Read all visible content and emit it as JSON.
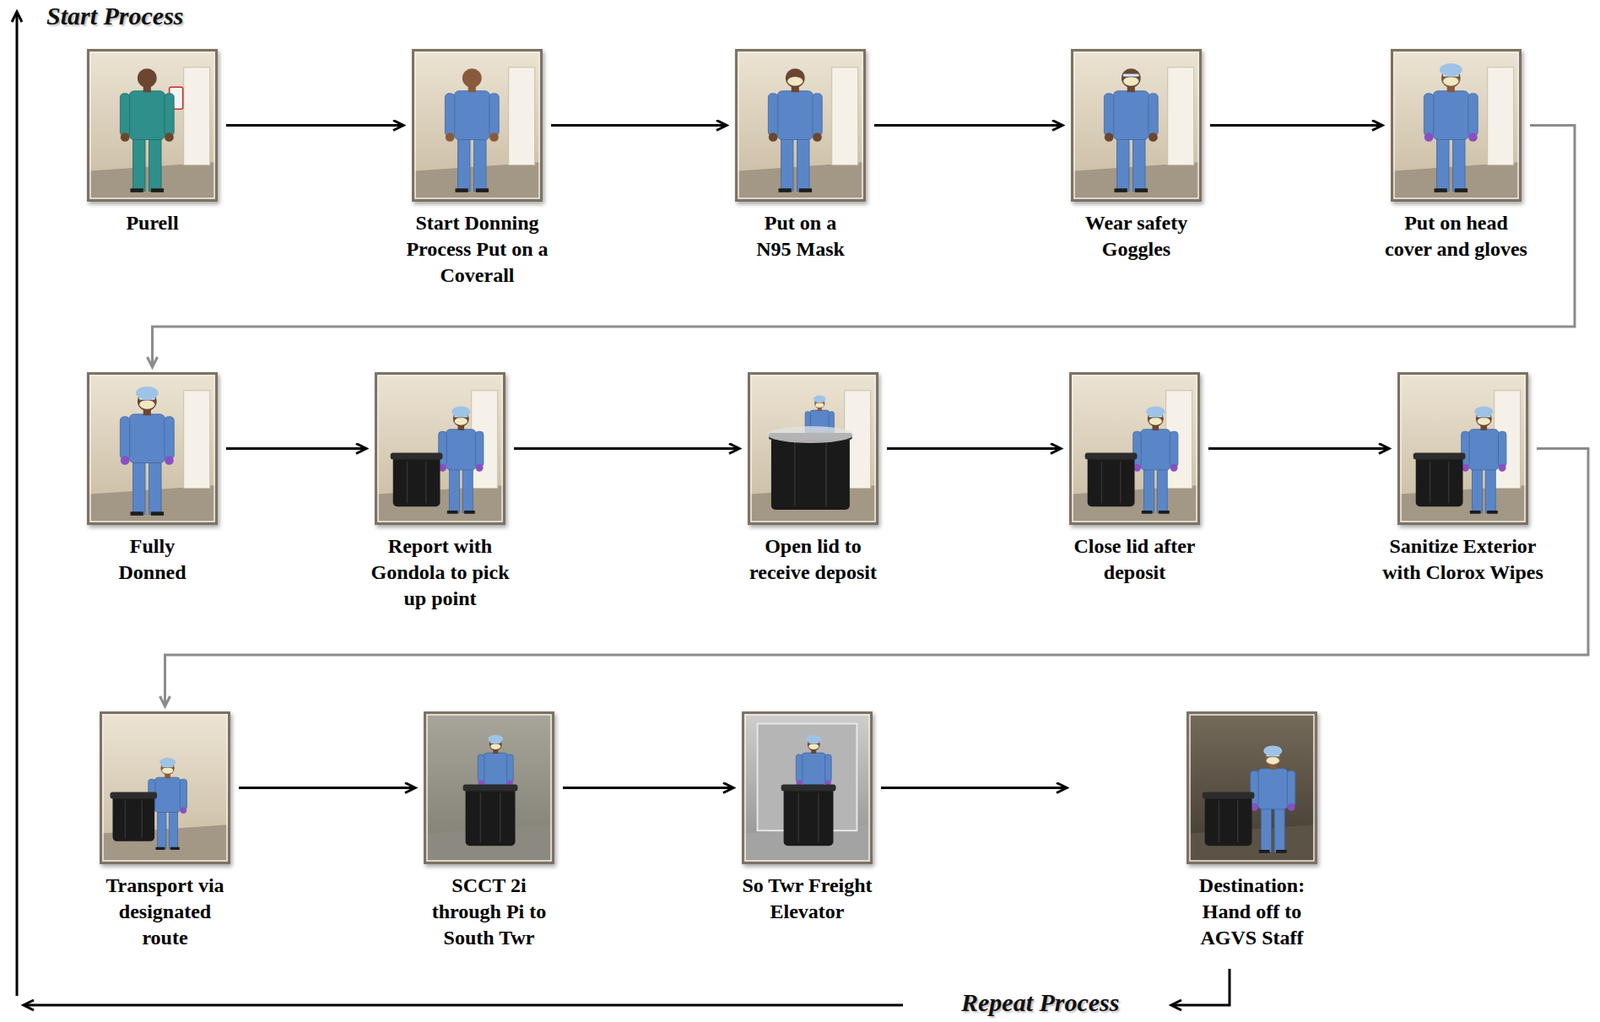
{
  "diagram": {
    "nodes": [
      {
        "text": [
          "Purell"
        ]
      },
      {
        "text": [
          "Start Donning Process Put on a Coverall"
        ]
      },
      {
        "text": [
          "Put on a N95 Mask"
        ]
      },
      {
        "text": [
          "Wear safety Goggles"
        ]
      },
      {
        "text": [
          "Put on head cover and gloves"
        ]
      },
      {
        "text": [
          "Fully Donned"
        ]
      },
      {
        "text": [
          "Report with Gondola to pick up point"
        ]
      },
      {
        "text": [
          "Open lid to receive deposit"
        ]
      },
      {
        "text": [
          "Close lid after deposit"
        ]
      },
      {
        "text": [
          "Sanitize Exterior with Clorox Wipes"
        ]
      },
      {
        "text": [
          "Transport via designated route"
        ]
      },
      {
        "text": [
          "SCCT 2i through Pi to South Twr"
        ]
      },
      {
        "text": [
          "So Twr Freight Elevator"
        ]
      },
      {
        "text": [
          "Destination: Hand off to AGVS Staff"
        ]
      }
    ],
    "edges": [
      {
        "from": 0,
        "to": 1,
        "arrow": "to"
      },
      {
        "from": 1,
        "to": 2,
        "arrow": "to"
      },
      {
        "from": 2,
        "to": 3,
        "arrow": "to"
      },
      {
        "from": 3,
        "to": 4,
        "arrow": "to"
      },
      {
        "from": 4,
        "to": 5,
        "arrow": "to"
      },
      {
        "from": 5,
        "to": 6,
        "arrow": "to"
      },
      {
        "from": 6,
        "to": 7,
        "arrow": "to"
      },
      {
        "from": 7,
        "to": 8,
        "arrow": "to"
      },
      {
        "from": 8,
        "to": 9,
        "arrow": "to"
      },
      {
        "from": 9,
        "to": 10,
        "arrow": "to"
      },
      {
        "from": 10,
        "to": 11,
        "arrow": "to"
      },
      {
        "from": 11,
        "to": 12,
        "arrow": "to"
      },
      {
        "from": 12,
        "to": 13,
        "arrow": "to"
      }
    ],
    "labels": [
      "Start Process",
      "Repeat Process"
    ]
  }
}
